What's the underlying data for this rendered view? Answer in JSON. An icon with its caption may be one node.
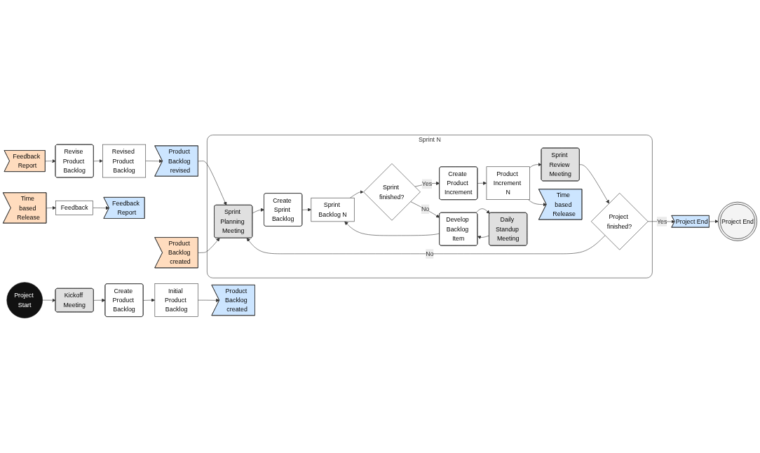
{
  "diagram": {
    "nodes": [
      {
        "text": [
          "Product Backlog revised"
        ]
      },
      {
        "text": [
          "Revised Product Backlog"
        ]
      },
      {
        "text": [
          "Revise Product Backlog"
        ]
      },
      {
        "text": [
          "Feedback Report"
        ]
      },
      {
        "text": [
          "Project End"
        ]
      },
      {
        "text": [
          "Product Backlog created"
        ]
      },
      {
        "text": [
          "Sprint N"
        ]
      },
      {
        "text": [
          "Sprint Planning Meeting"
        ],
        "in": 6
      },
      {
        "text": [
          "Project finished?"
        ],
        "in": 6
      },
      {
        "text": [
          "Project End"
        ]
      },
      {
        "text": [
          "Sprint Review Meeting"
        ],
        "in": 6
      },
      {
        "text": [
          "Create Sprint Backlog"
        ],
        "in": 6
      },
      {
        "text": [
          "Sprint Backlog N"
        ],
        "in": 6
      },
      {
        "text": [
          "Sprint finished?"
        ],
        "in": 6
      },
      {
        "text": [
          "Create Product Increment"
        ],
        "in": 6
      },
      {
        "text": [
          "Product Increment N"
        ],
        "in": 6
      },
      {
        "text": [
          "Daily Standup Meeting"
        ],
        "in": 6
      },
      {
        "text": [
          "Develop Backlog Item"
        ],
        "in": 6
      },
      {
        "text": [
          "Time based Release"
        ],
        "in": 6
      },
      {
        "text": [
          "Time based Release"
        ]
      },
      {
        "text": [
          "Feedback"
        ]
      },
      {
        "text": [
          "Feedback Report"
        ]
      },
      {
        "text": [
          "Project Start"
        ]
      },
      {
        "text": [
          "Kickoff Meeting"
        ]
      },
      {
        "text": [
          "Create Product Backlog"
        ]
      },
      {
        "text": [
          "Initial Product Backlog"
        ]
      },
      {
        "text": [
          "Product Backlog created"
        ]
      }
    ],
    "edges": [
      {
        "from": 3,
        "to": 2,
        "arrow": "to"
      },
      {
        "from": 2,
        "to": 1,
        "arrow": "to"
      },
      {
        "from": 1,
        "to": 0,
        "arrow": "to"
      },
      {
        "from": 0,
        "to": 7,
        "arrow": "to"
      },
      {
        "from": 5,
        "to": 7,
        "arrow": "to"
      },
      {
        "from": 8,
        "to": 7,
        "arrow": "to",
        "label": "No"
      },
      {
        "from": 8,
        "to": 9,
        "arrow": "to",
        "label": "Yes"
      },
      {
        "from": 9,
        "to": 4,
        "arrow": "to"
      },
      {
        "from": 10,
        "to": 8,
        "arrow": "to"
      },
      {
        "from": 7,
        "to": 11,
        "arrow": "to"
      },
      {
        "from": 11,
        "to": 12,
        "arrow": "to"
      },
      {
        "from": 12,
        "to": 13,
        "arrow": "to"
      },
      {
        "from": 13,
        "to": 14,
        "arrow": "to",
        "label": "Yes"
      },
      {
        "from": 13,
        "to": 17,
        "arrow": "to",
        "label": "No"
      },
      {
        "from": 14,
        "to": 15,
        "arrow": "to"
      },
      {
        "from": 15,
        "to": 10,
        "arrow": "to"
      },
      {
        "from": 15,
        "to": 18,
        "arrow": "to"
      },
      {
        "from": 17,
        "to": 12,
        "arrow": "to"
      },
      {
        "from": 17,
        "to": 16,
        "arrow": "to"
      },
      {
        "from": 16,
        "to": 17,
        "arrow": "to"
      },
      {
        "from": 19,
        "to": 20,
        "arrow": "to"
      },
      {
        "from": 20,
        "to": 21,
        "arrow": "to"
      },
      {
        "from": 22,
        "to": 23,
        "arrow": "to"
      },
      {
        "from": 23,
        "to": 24,
        "arrow": "to"
      },
      {
        "from": 24,
        "to": 25,
        "arrow": "to"
      },
      {
        "from": 25,
        "to": 26,
        "arrow": "to"
      }
    ]
  }
}
